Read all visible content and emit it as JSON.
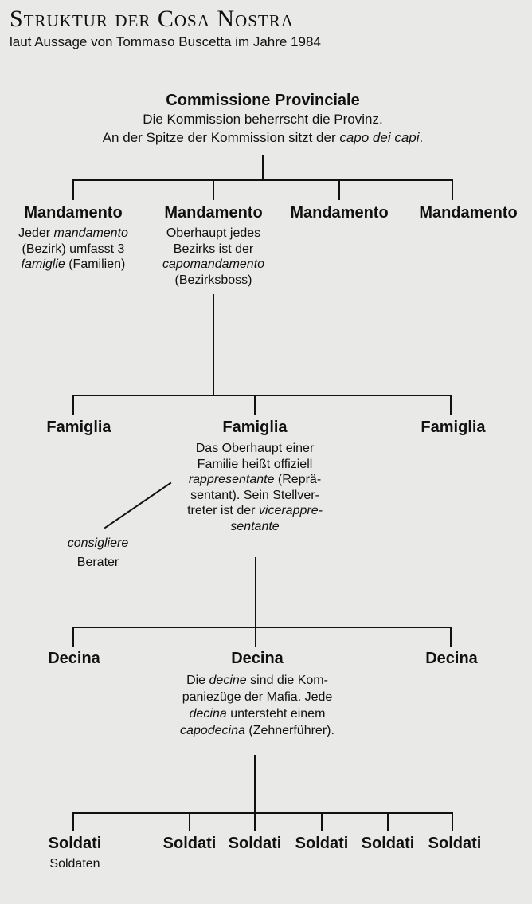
{
  "header": {
    "title": "Struktur der Cosa Nostra",
    "subtitle": "laut Aussage von Tommaso Buscetta im Jahre 1984"
  },
  "commissione": {
    "title": "Commissione Provinciale",
    "line1": "Die Kommission beherrscht die Provinz.",
    "line2_pre": "An der Spitze der Kommission sitzt der ",
    "line2_it": "capo dei capi",
    "line2_post": "."
  },
  "mandamenti": [
    {
      "title": "Mandamento",
      "l1_pre": "Jeder ",
      "l1_it": "mandamento",
      "l2": "(Bezirk) umfasst 3",
      "l3_it": "famiglie",
      "l3_post": " (Familien)"
    },
    {
      "title": "Mandamento",
      "l1": "Oberhaupt jedes",
      "l2": "Bezirks ist der",
      "l3_it": "capomandamento",
      "l4": "(Bezirksboss)"
    },
    {
      "title": "Mandamento"
    },
    {
      "title": "Mandamento"
    }
  ],
  "famiglie": [
    {
      "title": "Famiglia"
    },
    {
      "title": "Famiglia",
      "l1": "Das Oberhaupt einer",
      "l2": "Familie heißt offiziell",
      "l3_it": "rappresentante",
      "l3_post": " (Reprä-",
      "l4": "sentant). Sein Stellver-",
      "l5_pre": "treter ist der ",
      "l5_it": "vicerappre-",
      "l6_it": "sentante"
    },
    {
      "title": "Famiglia"
    }
  ],
  "consigliere": {
    "term": "consigliere",
    "translation": "Berater"
  },
  "decine": [
    {
      "title": "Decina"
    },
    {
      "title": "Decina",
      "l1_pre": "Die ",
      "l1_it": "decine",
      "l1_post": " sind die Kom-",
      "l2": "paniezüge der Mafia. Jede",
      "l3_it": "decina",
      "l3_post": " untersteht einem",
      "l4_it": "capodecina",
      "l4_post": " (Zehnerführer)."
    },
    {
      "title": "Decina"
    }
  ],
  "soldati": [
    {
      "title": "Soldati",
      "translation": "Soldaten"
    },
    {
      "title": "Soldati"
    },
    {
      "title": "Soldati"
    },
    {
      "title": "Soldati"
    },
    {
      "title": "Soldati"
    },
    {
      "title": "Soldati"
    }
  ]
}
